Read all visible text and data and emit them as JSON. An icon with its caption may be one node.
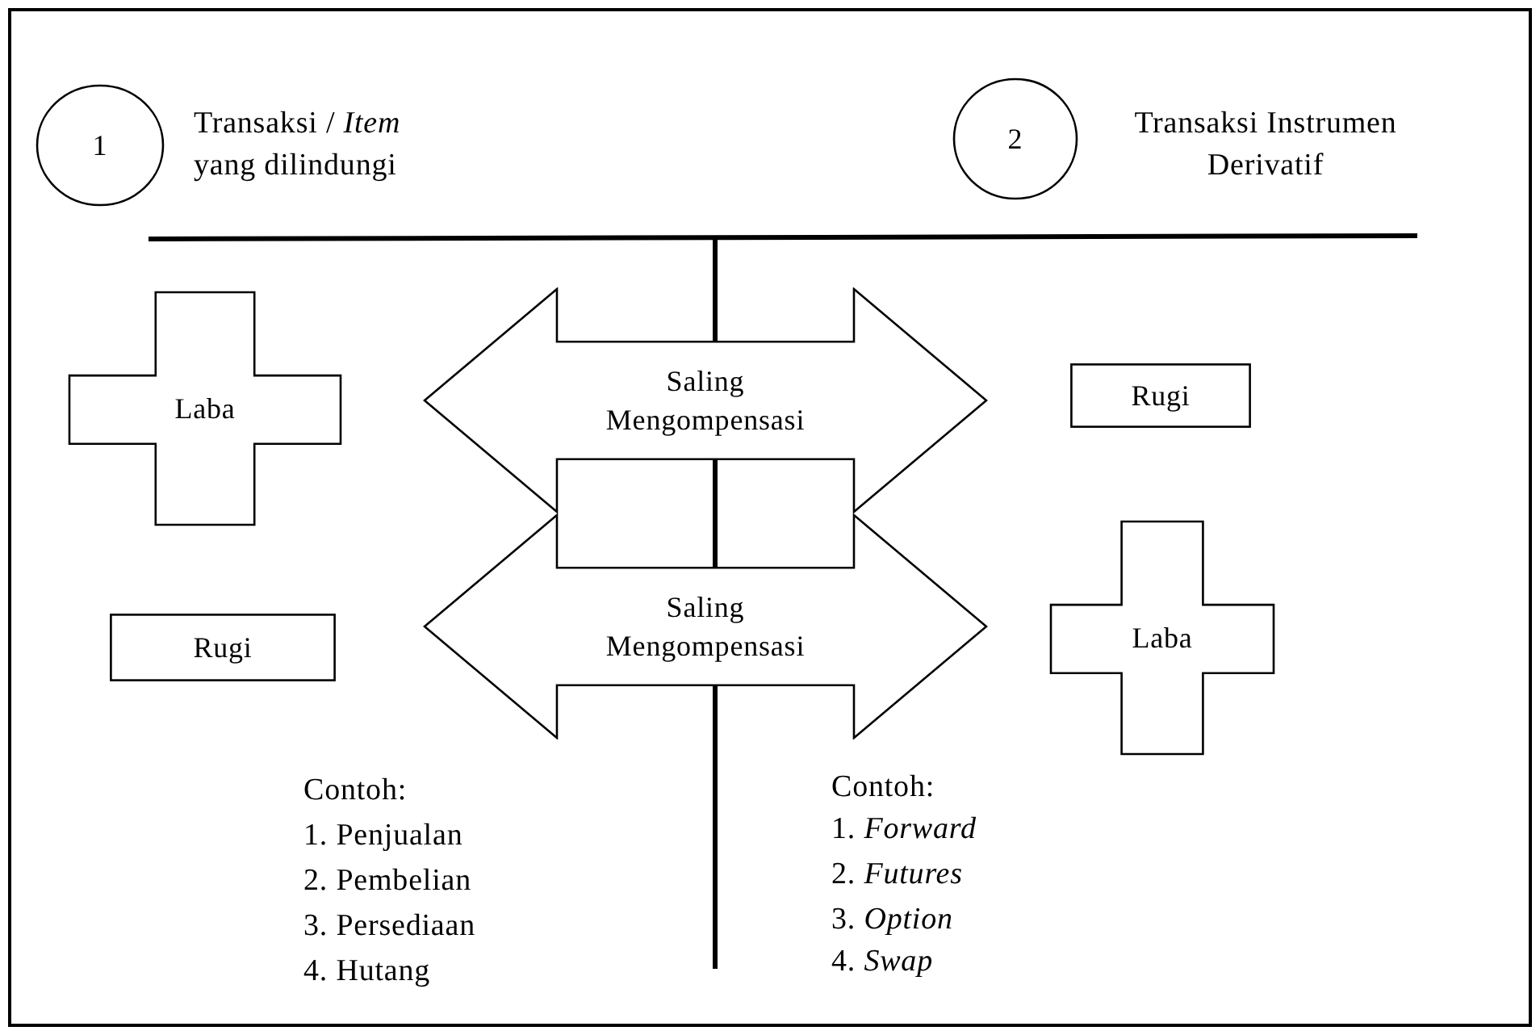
{
  "diagram": {
    "nodes": [
      {
        "text": [
          "1"
        ],
        "beside": [
          "Transaksi / *Item* yang dilindungi"
        ]
      },
      {
        "text": [
          "2"
        ],
        "beside": [
          "Transaksi Instrumen Derivatif"
        ]
      },
      {
        "text": [
          "Laba"
        ]
      },
      {
        "text": [
          "Saling Mengompensasi"
        ]
      },
      {
        "text": [
          "Rugi"
        ]
      },
      {
        "text": [
          "Saling Mengompensasi"
        ]
      },
      {
        "text": [
          "Rugi"
        ]
      },
      {
        "text": [
          "Laba"
        ]
      }
    ],
    "labels": [
      "Contoh:",
      "1. Penjualan",
      "2. Pembelian",
      "3. Persediaan",
      "4. Hutang",
      "Contoh:",
      "1. *Forward*",
      "2. *Futures*",
      "3. *Option*",
      "4. *Swap*"
    ]
  }
}
